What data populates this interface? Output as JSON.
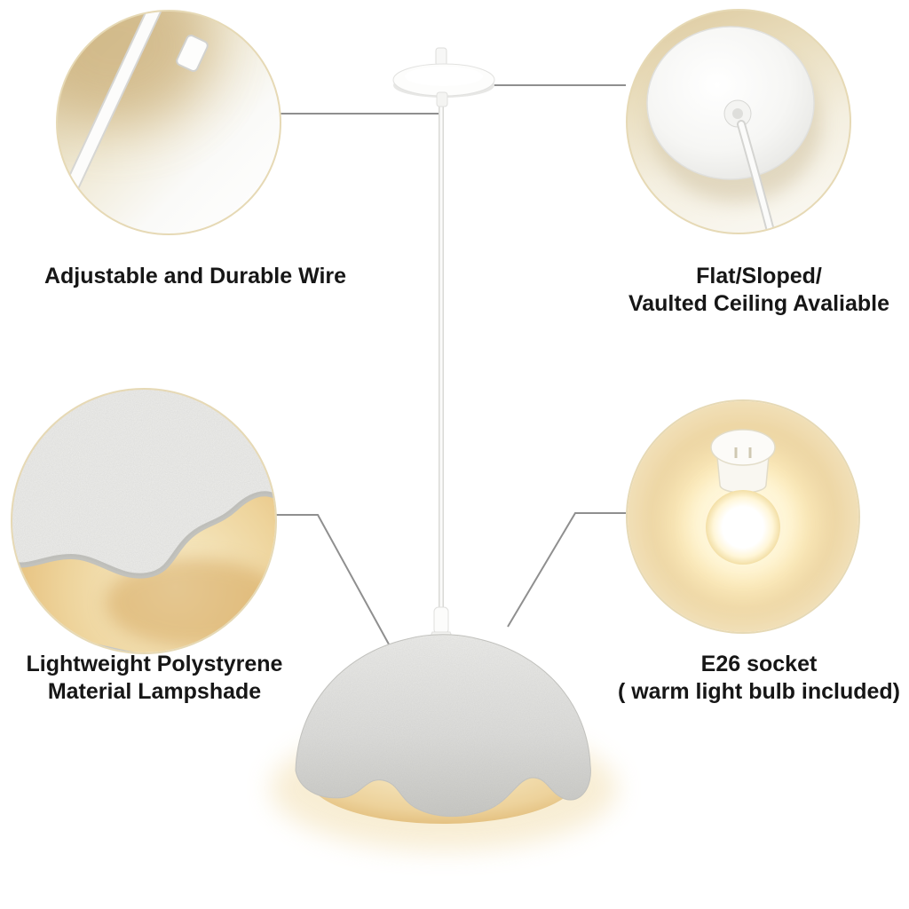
{
  "callouts": [
    {
      "id": "wire",
      "lines": [
        "Adjustable and Durable Wire"
      ]
    },
    {
      "id": "ceiling",
      "lines": [
        "Flat/Sloped/",
        "Vaulted Ceiling Avaliable"
      ]
    },
    {
      "id": "lampshade",
      "lines": [
        "Lightweight Polystyrene",
        "Material Lampshade"
      ]
    },
    {
      "id": "socket",
      "lines": [
        "E26 socket",
        "( warm light bulb included)"
      ]
    }
  ],
  "colors": {
    "background": "#ffffff",
    "ring": "#e6d9b5",
    "leader-line": "#8f8f8f",
    "text": "#161616",
    "shade-grey": "#d9d9d6",
    "warm-glow": "#e9c27a"
  }
}
